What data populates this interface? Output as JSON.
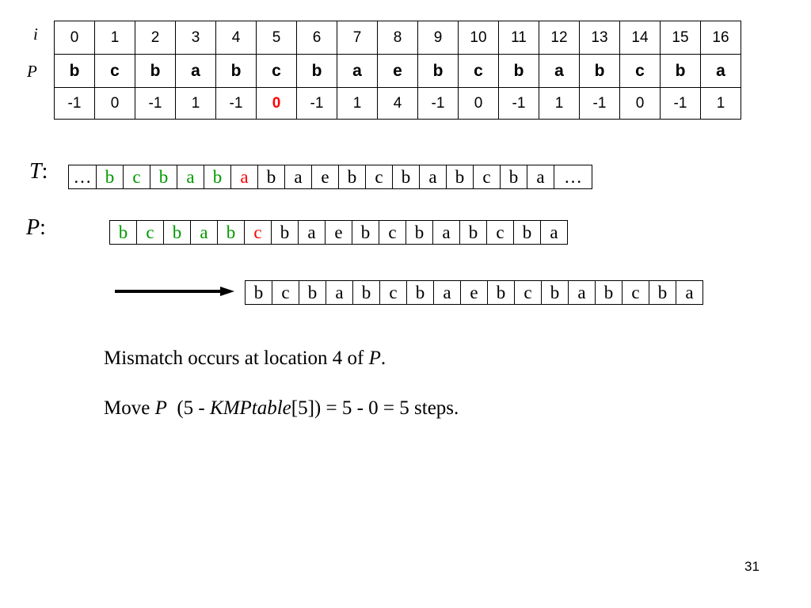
{
  "table": {
    "label_index": "i",
    "label_pattern": "P",
    "index": [
      "0",
      "1",
      "2",
      "3",
      "4",
      "5",
      "6",
      "7",
      "8",
      "9",
      "10",
      "11",
      "12",
      "13",
      "14",
      "15",
      "16"
    ],
    "pattern": [
      "b",
      "c",
      "b",
      "a",
      "b",
      "c",
      "b",
      "a",
      "e",
      "b",
      "c",
      "b",
      "a",
      "b",
      "c",
      "b",
      "a"
    ],
    "kmp": [
      "-1",
      "0",
      "-1",
      "1",
      "-1",
      "0",
      "-1",
      "1",
      "4",
      "-1",
      "0",
      "-1",
      "1",
      "-1",
      "0",
      "-1",
      "1"
    ],
    "highlight_index": 5,
    "highlight_color": "#ff0000"
  },
  "text_strip": {
    "label": "T",
    "label_suffix": ":",
    "cells": [
      {
        "ch": "…",
        "color": "black"
      },
      {
        "ch": "b",
        "color": "green"
      },
      {
        "ch": "c",
        "color": "green"
      },
      {
        "ch": "b",
        "color": "green"
      },
      {
        "ch": "a",
        "color": "green"
      },
      {
        "ch": "b",
        "color": "green"
      },
      {
        "ch": "a",
        "color": "red"
      },
      {
        "ch": "b",
        "color": "black"
      },
      {
        "ch": "a",
        "color": "black"
      },
      {
        "ch": "e",
        "color": "black"
      },
      {
        "ch": "b",
        "color": "black"
      },
      {
        "ch": "c",
        "color": "black"
      },
      {
        "ch": "b",
        "color": "black"
      },
      {
        "ch": "a",
        "color": "black"
      },
      {
        "ch": "b",
        "color": "black"
      },
      {
        "ch": "c",
        "color": "black"
      },
      {
        "ch": "b",
        "color": "black"
      },
      {
        "ch": "a",
        "color": "black"
      },
      {
        "ch": "…",
        "color": "black"
      }
    ]
  },
  "pattern_strip": {
    "label": "P",
    "label_suffix": ":",
    "cells": [
      {
        "ch": "b",
        "color": "green"
      },
      {
        "ch": "c",
        "color": "green"
      },
      {
        "ch": "b",
        "color": "green"
      },
      {
        "ch": "a",
        "color": "green"
      },
      {
        "ch": "b",
        "color": "green"
      },
      {
        "ch": "c",
        "color": "red"
      },
      {
        "ch": "b",
        "color": "black"
      },
      {
        "ch": "a",
        "color": "black"
      },
      {
        "ch": "e",
        "color": "black"
      },
      {
        "ch": "b",
        "color": "black"
      },
      {
        "ch": "c",
        "color": "black"
      },
      {
        "ch": "b",
        "color": "black"
      },
      {
        "ch": "a",
        "color": "black"
      },
      {
        "ch": "b",
        "color": "black"
      },
      {
        "ch": "c",
        "color": "black"
      },
      {
        "ch": "b",
        "color": "black"
      },
      {
        "ch": "a",
        "color": "black"
      }
    ]
  },
  "shifted_strip": {
    "cells": [
      {
        "ch": "b",
        "color": "black"
      },
      {
        "ch": "c",
        "color": "black"
      },
      {
        "ch": "b",
        "color": "black"
      },
      {
        "ch": "a",
        "color": "black"
      },
      {
        "ch": "b",
        "color": "black"
      },
      {
        "ch": "c",
        "color": "black"
      },
      {
        "ch": "b",
        "color": "black"
      },
      {
        "ch": "a",
        "color": "black"
      },
      {
        "ch": "e",
        "color": "black"
      },
      {
        "ch": "b",
        "color": "black"
      },
      {
        "ch": "c",
        "color": "black"
      },
      {
        "ch": "b",
        "color": "black"
      },
      {
        "ch": "a",
        "color": "black"
      },
      {
        "ch": "b",
        "color": "black"
      },
      {
        "ch": "c",
        "color": "black"
      },
      {
        "ch": "b",
        "color": "black"
      },
      {
        "ch": "a",
        "color": "black"
      }
    ]
  },
  "colors": {
    "green": "#009900",
    "red": "#ff0000",
    "black": "#000000"
  },
  "caption": {
    "line1_pre": "Mismatch occurs at location 4 of ",
    "line1_var": "P",
    "line1_post": ".",
    "line2_pre": "Move ",
    "line2_var": "P",
    "line2_mid": "  (5 - ",
    "line2_func": "KMPtable",
    "line2_post": "[5]) = 5 - 0 = 5 steps."
  },
  "page_number": "31"
}
